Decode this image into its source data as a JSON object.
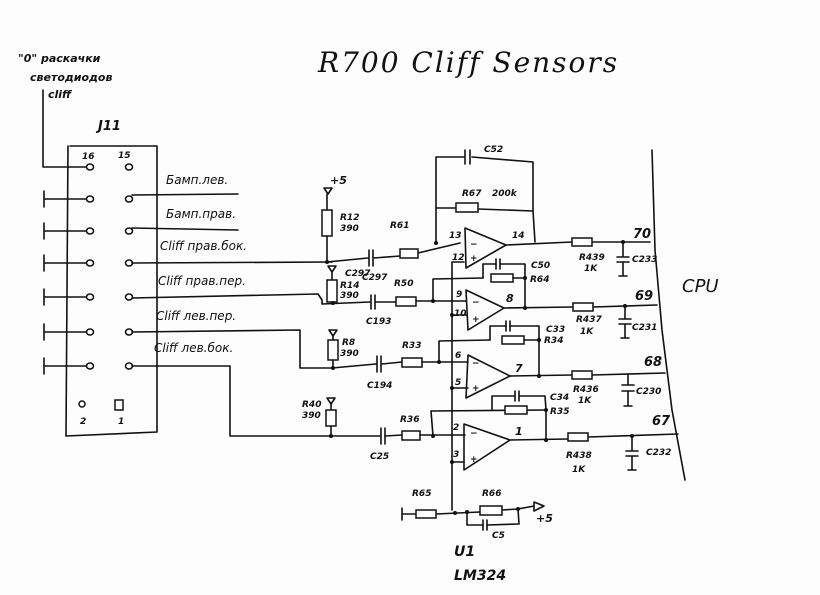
{
  "title": "R700   Cliff Sensors",
  "note": [
    "\"0\" раскачки",
    "светодиодов",
    "cliff"
  ],
  "connector": {
    "name": "J11",
    "top_pins": [
      "16",
      "15"
    ],
    "bottom_pins": [
      "2",
      "1"
    ]
  },
  "signals": [
    "Бамп.лев.",
    "Бамп.прав.",
    "Cliff прав.бок.",
    "Cliff прав.пер.",
    "Cliff лев.пер.",
    "Cliff лев.бок."
  ],
  "supply_label": "+5",
  "channels": [
    {
      "pullup": {
        "name": "R12",
        "value": "390"
      },
      "cap_in": "C297",
      "res_in": "R61",
      "opamp": {
        "inv": "13",
        "noninv": "12",
        "out": "14"
      },
      "feedback_cap": "C52",
      "feedback_res": {
        "name": "R67",
        "value": "200k"
      },
      "res_out": {
        "name": "R439",
        "value": "1K"
      },
      "filter_cap": "C233",
      "cpu_pin": "70"
    },
    {
      "pullup": {
        "name": "R14",
        "value": "390"
      },
      "cap_in": "C193",
      "res_in": "R50",
      "opamp": {
        "inv": "9",
        "noninv": "10",
        "out": "8"
      },
      "feedback_cap": "C50",
      "feedback_res": {
        "name": "R64",
        "value": ""
      },
      "res_out": {
        "name": "R437",
        "value": "1K"
      },
      "filter_cap": "C231",
      "cpu_pin": "69"
    },
    {
      "pullup": {
        "name": "R8",
        "value": "390"
      },
      "cap_in": "C194",
      "res_in": "R33",
      "opamp": {
        "inv": "6",
        "noninv": "5",
        "out": "7"
      },
      "feedback_cap": "C33",
      "feedback_res": {
        "name": "R34",
        "value": ""
      },
      "res_out": {
        "name": "R436",
        "value": "1K"
      },
      "filter_cap": "C230",
      "cpu_pin": "68"
    },
    {
      "pullup": {
        "name": "R40",
        "value": "390"
      },
      "cap_in": "C25",
      "res_in": "R36",
      "opamp": {
        "inv": "2",
        "noninv": "3",
        "out": "1"
      },
      "feedback_cap": "C34",
      "feedback_res": {
        "name": "R35",
        "value": ""
      },
      "res_out": {
        "name": "R438",
        "value": "1K"
      },
      "filter_cap": "C232",
      "cpu_pin": "67"
    }
  ],
  "bias": {
    "r_low": "R65",
    "r_high": "R66",
    "cap": "C5",
    "supply": "+5"
  },
  "chip": {
    "ref": "U1",
    "part": "LM324"
  },
  "cpu_label": "CPU",
  "minus": "−",
  "plus": "+"
}
